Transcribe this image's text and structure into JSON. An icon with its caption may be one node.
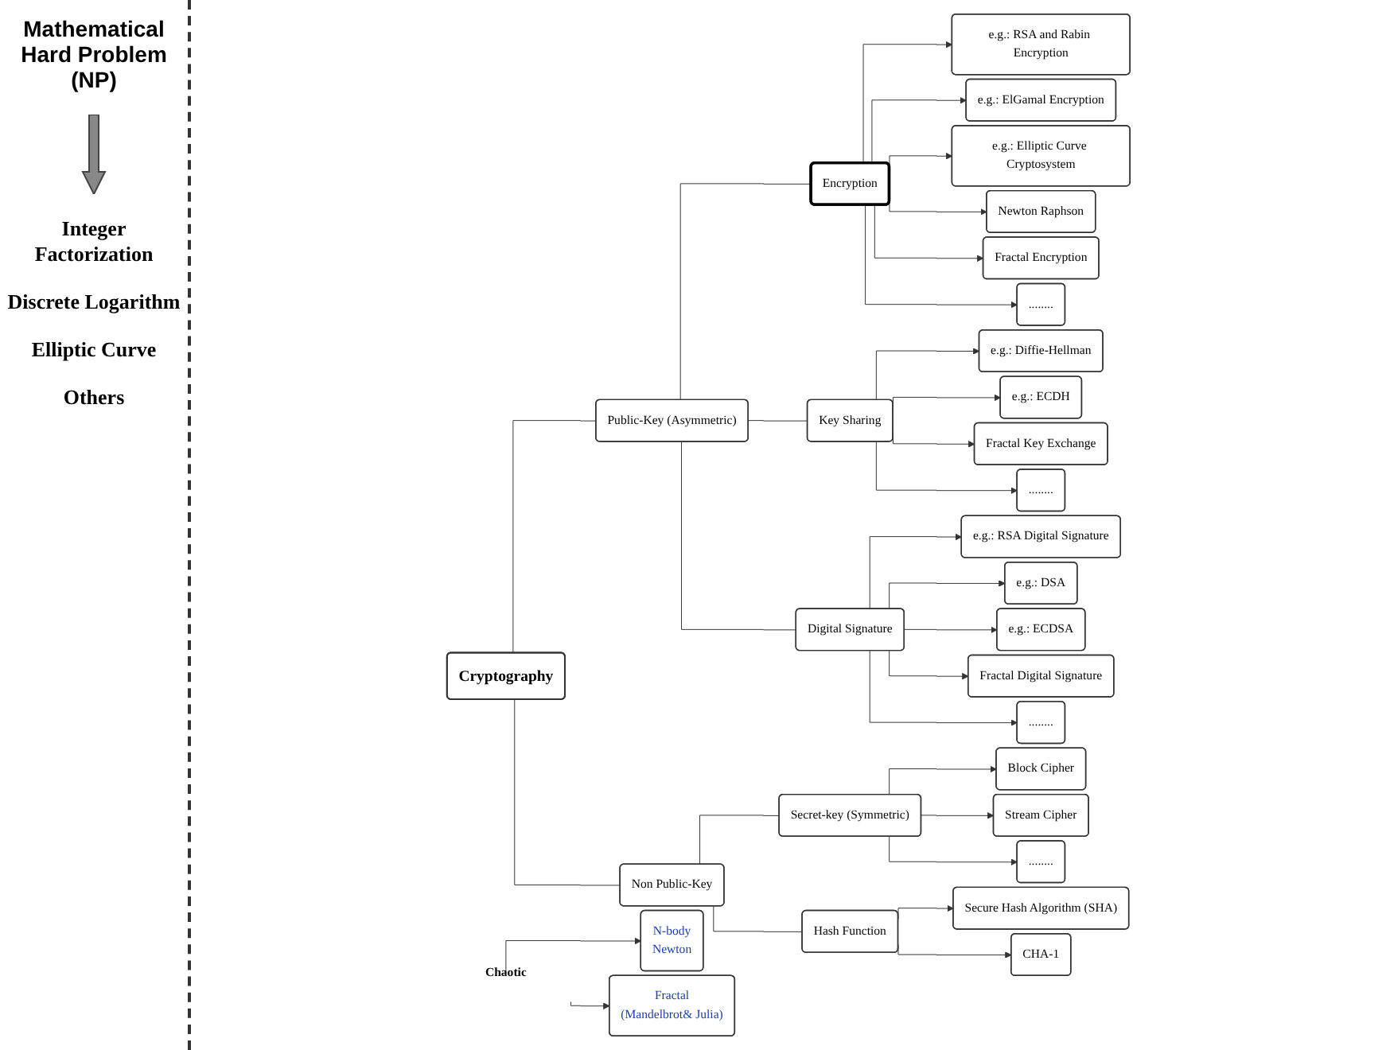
{
  "diagram": {
    "nodes": [
      {
        "text": [
          "Cryptography"
        ]
      },
      {
        "text": [
          "Public-Key (Asymmetric)"
        ]
      },
      {
        "text": [
          "Non Public-Key"
        ]
      },
      {
        "text": [
          "Encryption"
        ]
      },
      {
        "text": [
          "Key Sharing"
        ]
      },
      {
        "text": [
          "Digital Signature"
        ]
      },
      {
        "text": [
          "Secret-key (Symmetric)"
        ]
      },
      {
        "text": [
          "Hash Function"
        ]
      },
      {
        "text": [
          "e.g.: RSA and Rabin Encryption"
        ]
      },
      {
        "text": [
          "e.g.: RSA Digital Signature"
        ]
      },
      {
        "text": [
          "Block Cipher"
        ]
      },
      {
        "text": [
          "Secure Hash Algorithm (SHA)"
        ]
      },
      {
        "text": [
          "e.g.: ElGamal Encryption"
        ]
      },
      {
        "text": [
          "e.g.: Diffie-Hellman"
        ]
      },
      {
        "text": [
          "e.g.: DSA"
        ]
      },
      {
        "text": [
          "CHA-1"
        ]
      },
      {
        "text": [
          "e.g.: Elliptic Curve Cryptosystem"
        ]
      },
      {
        "text": [
          "e.g.: ECDH"
        ]
      },
      {
        "text": [
          "e.g.: ECDSA"
        ]
      },
      {
        "text": [
          "Stream Cipher"
        ]
      },
      {
        "text": [
          "........"
        ]
      },
      {
        "text": [
          "Chaotic"
        ]
      },
      {
        "text": [
          "N-body",
          "Newton"
        ]
      },
      {
        "text": [
          "Newton Raphson"
        ]
      },
      {
        "text": [
          "Fractal",
          "(Mandelbrot& Julia)"
        ]
      },
      {
        "text": [
          "Fractal Encryption"
        ]
      },
      {
        "text": [
          "Fractal Key Exchange"
        ]
      },
      {
        "text": [
          "Fractal Digital Signature"
        ]
      },
      {
        "text": [
          "........"
        ]
      },
      {
        "text": [
          "........"
        ]
      },
      {
        "text": [
          "........"
        ]
      }
    ],
    "edges": [
      {
        "from": 0,
        "to": 1,
        "arrow": "none"
      },
      {
        "from": 0,
        "to": 2,
        "arrow": "none"
      },
      {
        "from": 1,
        "to": 3,
        "arrow": "none"
      },
      {
        "from": 1,
        "to": 4,
        "arrow": "none"
      },
      {
        "from": 1,
        "to": 5,
        "arrow": "none"
      },
      {
        "from": 2,
        "to": 6,
        "arrow": "none"
      },
      {
        "from": 2,
        "to": 7,
        "arrow": "none"
      },
      {
        "from": 3,
        "to": 8,
        "arrow": "to"
      },
      {
        "from": 3,
        "to": 12,
        "arrow": "to"
      },
      {
        "from": 3,
        "to": 16,
        "arrow": "to"
      },
      {
        "from": 3,
        "to": 23,
        "arrow": "to"
      },
      {
        "from": 3,
        "to": 25,
        "arrow": "to"
      },
      {
        "from": 3,
        "to": 28,
        "arrow": "to"
      },
      {
        "from": 4,
        "to": 13,
        "arrow": "to"
      },
      {
        "from": 4,
        "to": 17,
        "arrow": "to"
      },
      {
        "from": 4,
        "to": 26,
        "arrow": "to"
      },
      {
        "from": 4,
        "to": 29,
        "arrow": "to"
      },
      {
        "from": 5,
        "to": 9,
        "arrow": "to"
      },
      {
        "from": 5,
        "to": 14,
        "arrow": "to"
      },
      {
        "from": 5,
        "to": 18,
        "arrow": "to"
      },
      {
        "from": 5,
        "to": 27,
        "arrow": "to"
      },
      {
        "from": 5,
        "to": 30,
        "arrow": "to"
      },
      {
        "from": 6,
        "to": 10,
        "arrow": "to"
      },
      {
        "from": 6,
        "to": 19,
        "arrow": "to"
      },
      {
        "from": 6,
        "to": 20,
        "arrow": "to"
      },
      {
        "from": 7,
        "to": 11,
        "arrow": "to"
      },
      {
        "from": 7,
        "to": 15,
        "arrow": "to"
      },
      {
        "from": 21,
        "to": 22,
        "arrow": "to"
      },
      {
        "from": 21,
        "to": 24,
        "arrow": "to"
      }
    ],
    "labels": [
      "Mathematical Hard Problem (NP)",
      "Integer Factorization",
      "Discrete Logarithm",
      "Elliptic Curve",
      "Others"
    ]
  }
}
